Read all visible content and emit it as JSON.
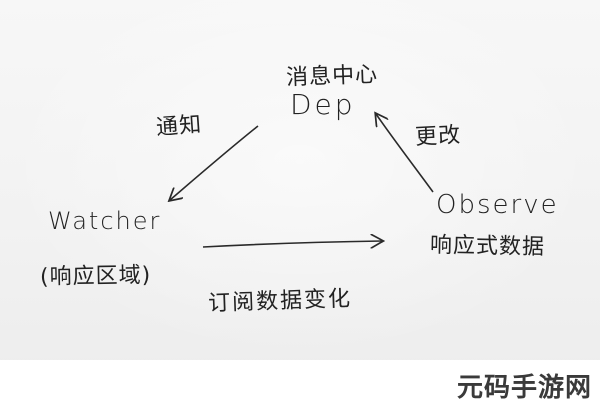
{
  "diagram": {
    "dep": {
      "title": "消息中心",
      "name": "Dep"
    },
    "watcher": {
      "name": "Watcher",
      "sub": "(响应区域)"
    },
    "observe": {
      "name": "Observe",
      "sub": "响应式数据"
    },
    "edges": {
      "notify": "通知",
      "change": "更改",
      "subscribe": "订阅数据变化"
    }
  },
  "watermark": "元码手游网",
  "colors": {
    "ink": "#222222",
    "paper": "#f2f2f2",
    "footer": "#ffffff"
  }
}
